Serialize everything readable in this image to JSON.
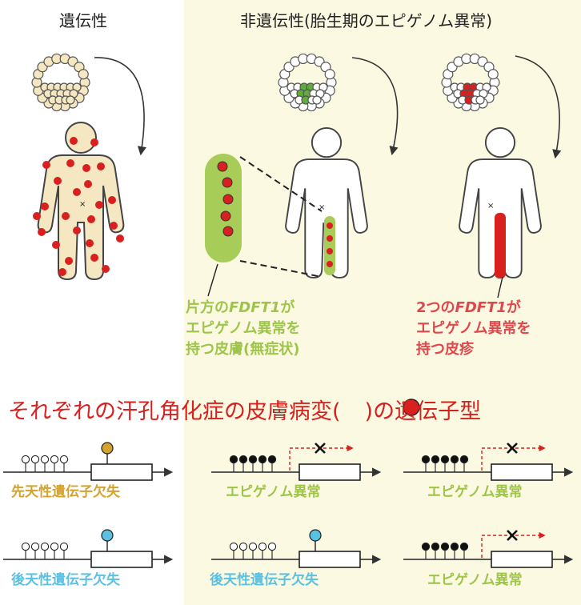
{
  "titles": {
    "inherited": "遺伝性",
    "non_inherited": "非遺伝性(胎生期のエピゲノム異常)"
  },
  "captions": {
    "green_line1_pre": "片方の",
    "green_gene": "FDFT1",
    "green_line1_post": "が",
    "green_line2": "エピゲノム異常を",
    "green_line3": "持つ皮膚(無症状)",
    "red_line1_pre": "2つの",
    "red_gene": "FDFT1",
    "red_line1_post": "が",
    "red_line2": "エピゲノム異常を",
    "red_line3": "持つ皮疹"
  },
  "headline": {
    "pre": "それぞれの汗孔角化症の皮膚病変",
    "open": "(",
    "close": ")",
    "post": "の遺伝子型"
  },
  "genotypes": {
    "r1c1": "先天性遺伝子欠失",
    "r1c2": "エピゲノム異常",
    "r1c3": "エピゲノム異常",
    "r2c1": "後天性遺伝子欠失",
    "r2c2": "後天性遺伝子欠失",
    "r2c3": "エピゲノム異常"
  },
  "colors": {
    "panel_bg": "#fbf9e2",
    "skin": "#f4e7c1",
    "lesion_red": "#d8201e",
    "epigenome_green": "#a8cc58",
    "congenital_gold": "#d4a32e",
    "acquired_blue": "#5bc1e2",
    "caption_red": "#e0474c",
    "gene_green": "#9ec54a"
  }
}
